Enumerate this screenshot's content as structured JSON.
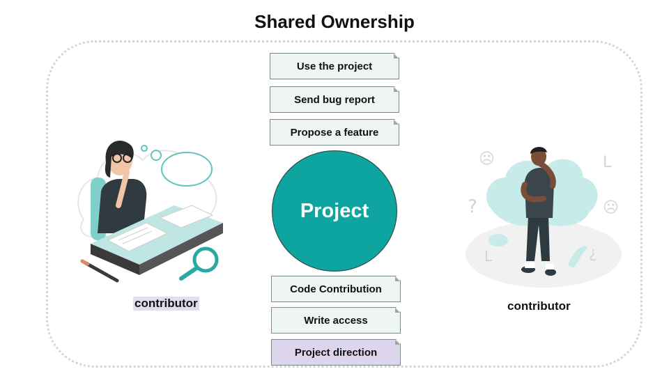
{
  "title": "Shared Ownership",
  "center": {
    "label": "Project"
  },
  "top_cards": [
    {
      "label": "Use the project"
    },
    {
      "label": "Send bug report"
    },
    {
      "label": "Propose a feature"
    }
  ],
  "bottom_cards": [
    {
      "label": "Code Contribution"
    },
    {
      "label": "Write access"
    },
    {
      "label": "Project direction"
    }
  ],
  "left_person": {
    "label": "contributor"
  },
  "right_person": {
    "label": "contributor"
  },
  "colors": {
    "project_circle": "#0ea5a0",
    "card": "#eef5f3",
    "highlight": "#dcd5ec",
    "accent": "#3cb8b2"
  }
}
